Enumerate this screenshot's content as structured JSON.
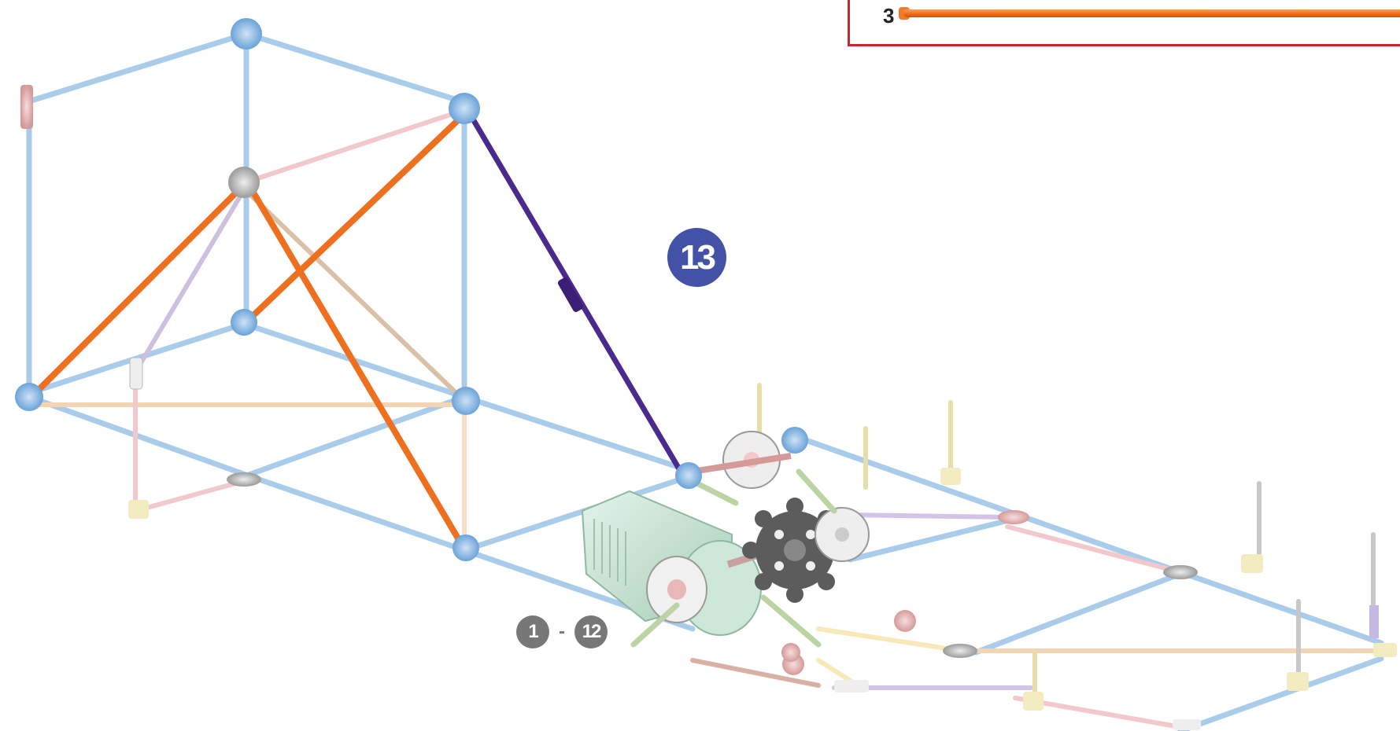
{
  "step": {
    "number": "13"
  },
  "previous_steps": {
    "from": "1",
    "dash": "-",
    "to": "12"
  },
  "parts_needed": [
    {
      "quantity": "3",
      "part": "orange-rod",
      "color": "#ee6f1d"
    }
  ],
  "colors": {
    "frame_rod": "#a9ccea",
    "connector_blue": "#7fb1e0",
    "orange_rod": "#ee6f1d",
    "purple_rod": "#4a2a8c",
    "motor": "#cde8d8",
    "gear_dark": "#5c5c5c",
    "frame_border": "#c8262a",
    "step_badge": "#4352a6",
    "ref_badge": "#777777"
  }
}
